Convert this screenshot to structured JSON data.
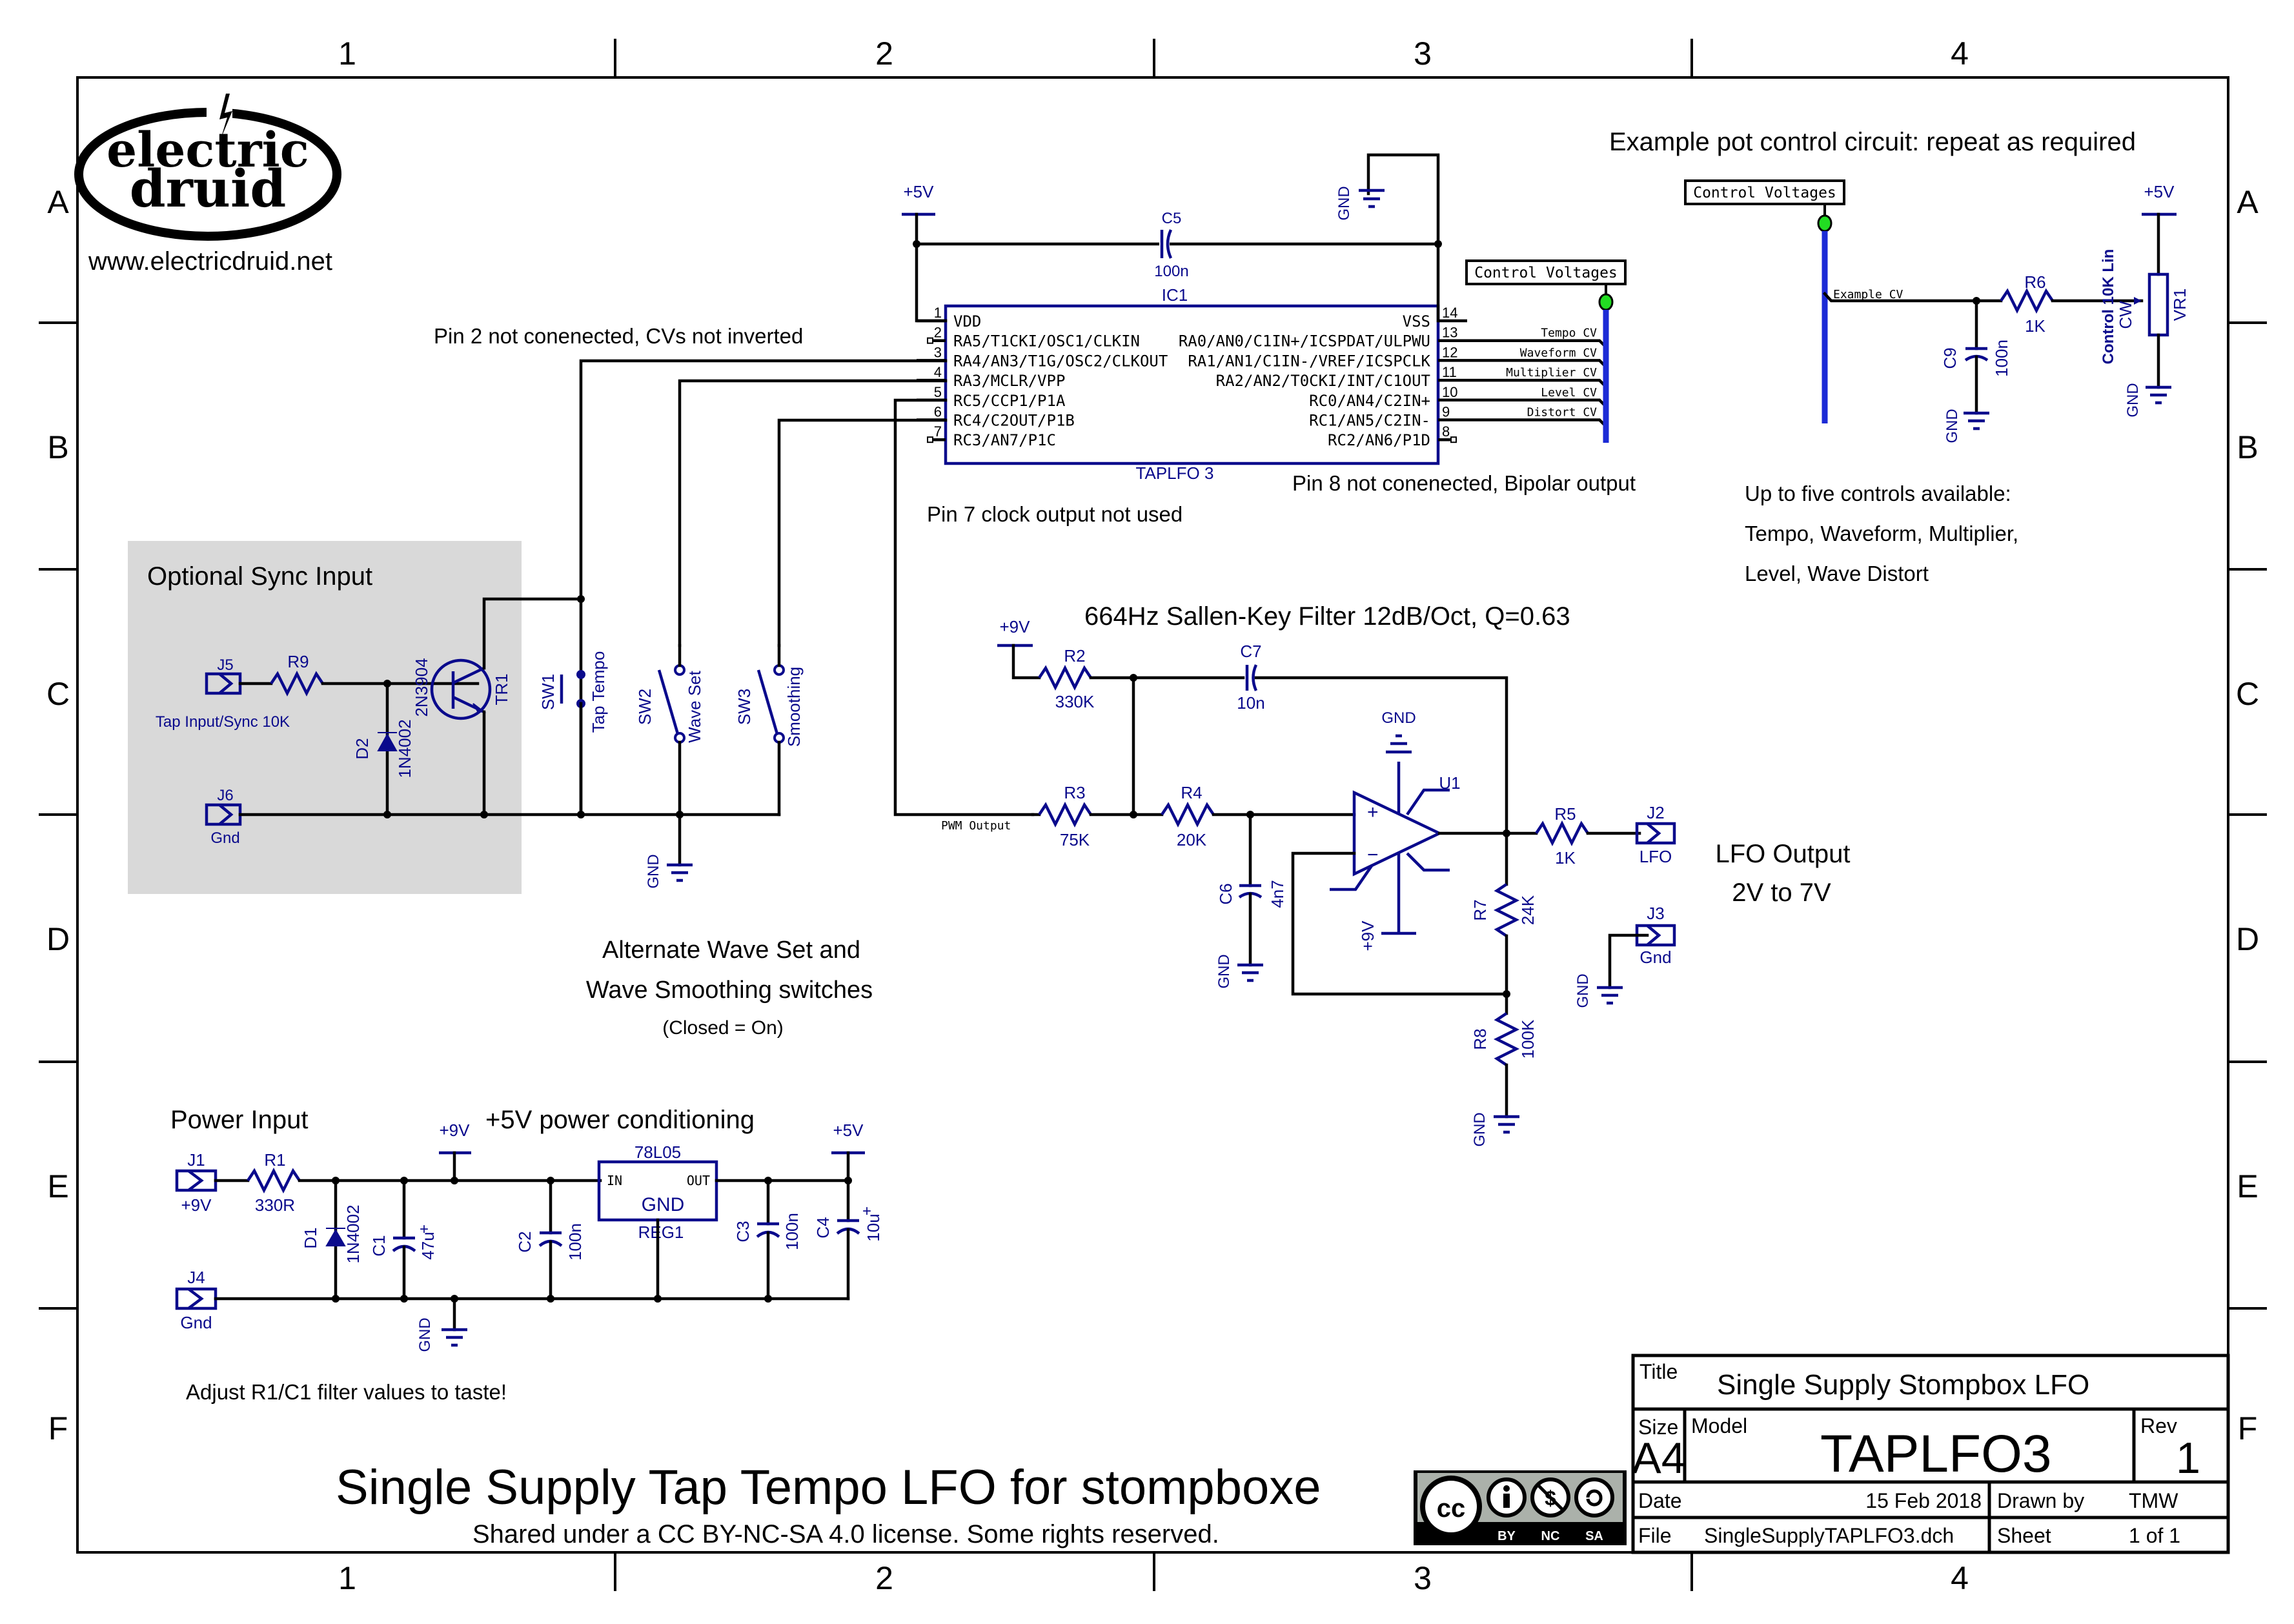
{
  "sheet": {
    "columns": [
      "1",
      "2",
      "3",
      "4"
    ],
    "rows": [
      "A",
      "B",
      "C",
      "D",
      "E",
      "F"
    ]
  },
  "logo": {
    "line1": "electric",
    "line2": "druid",
    "url": "www.electricdruid.net"
  },
  "notes": {
    "pin2": "Pin 2 not conenected, CVs not inverted",
    "pin7": "Pin 7 clock output not used",
    "pin8": "Pin 8 not conenected, Bipolar output",
    "example_pot": "Example pot control circuit: repeat as required",
    "controls_1": "Up to five controls available:",
    "controls_2": "Tempo, Waveform, Multiplier,",
    "controls_3": "Level, Wave Distort",
    "sync_title": "Optional Sync Input",
    "switches_1": "Alternate Wave Set and",
    "switches_2": "Wave Smoothing switches",
    "switches_3": "(Closed = On)",
    "filter_title": "664Hz Sallen-Key Filter 12dB/Oct, Q=0.63",
    "lfo_out_1": "LFO Output",
    "lfo_out_2": "2V to 7V",
    "power_input": "Power Input",
    "power_cond": "+5V power conditioning",
    "adjust": "Adjust R1/C1 filter values to taste!"
  },
  "ic1": {
    "ref": "IC1",
    "part": "TAPLFO 3",
    "left_pins": [
      {
        "num": "1",
        "name": "VDD"
      },
      {
        "num": "2",
        "name": "RA5/T1CKI/OSC1/CLKIN"
      },
      {
        "num": "3",
        "name": "RA4/AN3/T1G/OSC2/CLKOUT"
      },
      {
        "num": "4",
        "name": "RA3/MCLR/VPP"
      },
      {
        "num": "5",
        "name": "RC5/CCP1/P1A"
      },
      {
        "num": "6",
        "name": "RC4/C2OUT/P1B"
      },
      {
        "num": "7",
        "name": "RC3/AN7/P1C"
      }
    ],
    "right_pins": [
      {
        "num": "14",
        "name": "VSS"
      },
      {
        "num": "13",
        "name": "RA0/AN0/C1IN+/ICSPDAT/ULPWU"
      },
      {
        "num": "12",
        "name": "RA1/AN1/C1IN-/VREF/ICSPCLK"
      },
      {
        "num": "11",
        "name": "RA2/AN2/T0CKI/INT/C1OUT"
      },
      {
        "num": "10",
        "name": "RC0/AN4/C2IN+"
      },
      {
        "num": "9",
        "name": "RC1/AN5/C2IN-"
      },
      {
        "num": "8",
        "name": "RC2/AN6/P1D"
      }
    ],
    "net_labels": [
      "Tempo CV",
      "Waveform CV",
      "Multiplier CV",
      "Level CV",
      "Distort CV"
    ]
  },
  "bus_label": "Control Voltages",
  "net": {
    "pwm_output": "PWM Output",
    "example_cv": "Example CV"
  },
  "power_symbols": {
    "plus5v": "+5V",
    "plus9v": "+9V",
    "gnd": "GND"
  },
  "components": {
    "C5": {
      "ref": "C5",
      "value": "100n"
    },
    "C7": {
      "ref": "C7",
      "value": "10n"
    },
    "C6": {
      "ref": "C6",
      "value": "4n7"
    },
    "C9": {
      "ref": "C9",
      "value": "100n"
    },
    "C1": {
      "ref": "C1",
      "value": "47u"
    },
    "C2": {
      "ref": "C2",
      "value": "100n"
    },
    "C3": {
      "ref": "C3",
      "value": "100n"
    },
    "C4": {
      "ref": "C4",
      "value": "10u"
    },
    "R1": {
      "ref": "R1",
      "value": "330R"
    },
    "R2": {
      "ref": "R2",
      "value": "330K"
    },
    "R3": {
      "ref": "R3",
      "value": "75K"
    },
    "R4": {
      "ref": "R4",
      "value": "20K"
    },
    "R5": {
      "ref": "R5",
      "value": "1K"
    },
    "R6": {
      "ref": "R6",
      "value": "1K"
    },
    "R7": {
      "ref": "R7",
      "value": "24K"
    },
    "R8": {
      "ref": "R8",
      "value": "100K"
    },
    "R9": {
      "ref": "R9",
      "value": ""
    },
    "D1": {
      "ref": "D1",
      "value": "1N4002"
    },
    "D2": {
      "ref": "D2",
      "value": "1N4002"
    },
    "TR1": {
      "ref": "TR1",
      "value": "2N3904"
    },
    "U1": {
      "ref": "U1"
    },
    "VR1": {
      "ref": "VR1",
      "value": "Control 10K Lin",
      "cw": "CW"
    },
    "REG1": {
      "ref": "REG1",
      "value": "78L05",
      "in": "IN",
      "out": "OUT",
      "gnd": "GND"
    },
    "SW1": {
      "ref": "SW1",
      "value": "Tap Tempo"
    },
    "SW2": {
      "ref": "SW2",
      "value": "Wave Set"
    },
    "SW3": {
      "ref": "SW3",
      "value": "Smoothing"
    },
    "J1": {
      "ref": "J1",
      "value": "+9V"
    },
    "J2": {
      "ref": "J2",
      "value": "LFO"
    },
    "J3": {
      "ref": "J3",
      "value": "Gnd"
    },
    "J4": {
      "ref": "J4",
      "value": "Gnd"
    },
    "J5": {
      "ref": "J5",
      "value": "Tap Input/Sync 10K"
    },
    "J6": {
      "ref": "J6",
      "value": "Gnd"
    }
  },
  "title_block": {
    "title_label": "Title",
    "title": "Single Supply Stompbox LFO",
    "size_label": "Size",
    "size": "A4",
    "model_label": "Model",
    "model": "TAPLFO3",
    "rev_label": "Rev",
    "rev": "1",
    "date_label": "Date",
    "date": "15 Feb 2018",
    "drawn_label": "Drawn by",
    "drawn": "TMW",
    "file_label": "File",
    "file": "SingleSupplyTAPLFO3.dch",
    "sheet_label": "Sheet",
    "sheet": "1 of 1"
  },
  "footer": {
    "title": "Single Supply Tap Tempo LFO for stompboxe",
    "license": "Shared under a CC BY-NC-SA 4.0 license. Some rights reserved.",
    "cc_badge": {
      "cc": "cc",
      "by": "BY",
      "nc": "NC",
      "sa": "SA"
    }
  },
  "colors": {
    "component": "#0a0a8c",
    "bus": "#1c2bd6",
    "bus_terminal": "#22dd22",
    "sync_panel": "#d9d9d9"
  }
}
